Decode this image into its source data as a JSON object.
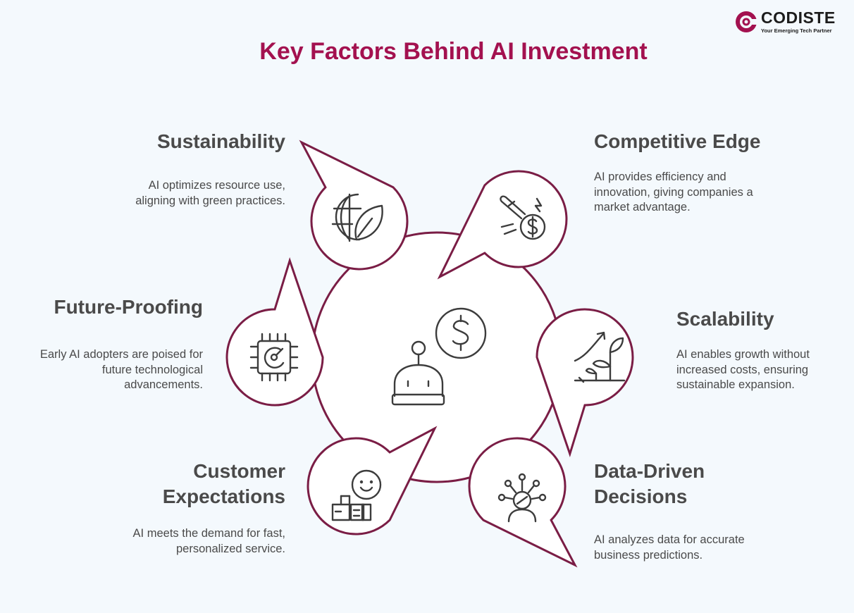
{
  "brand": {
    "name": "CODISTE",
    "tagline": "Your Emerging Tech Partner",
    "color": "#a3114f"
  },
  "title": "Key Factors Behind AI Investment",
  "colors": {
    "outline": "#7a1d45",
    "title": "#a3114f",
    "text": "#4a4a4a",
    "background": "#f4f9fd"
  },
  "center": {
    "icons": [
      "dollar-coin-icon",
      "robot-head-icon"
    ]
  },
  "factors": [
    {
      "id": "sustainability",
      "icon": "globe-leaf-icon",
      "heading_lines": [
        "Sustainability"
      ],
      "desc_lines": [
        "AI optimizes resource use,",
        "aligning with green practices."
      ]
    },
    {
      "id": "competitive-edge",
      "icon": "dollar-rocket-icon",
      "heading_lines": [
        "Competitive Edge"
      ],
      "desc_lines": [
        "AI provides efficiency and",
        "innovation, giving companies a",
        "market advantage."
      ]
    },
    {
      "id": "future-proofing",
      "icon": "chip-gauge-icon",
      "heading_lines": [
        "Future-Proofing"
      ],
      "desc_lines": [
        "Early AI adopters are poised for",
        "future technological",
        "advancements."
      ]
    },
    {
      "id": "scalability",
      "icon": "growth-plant-icon",
      "heading_lines": [
        "Scalability"
      ],
      "desc_lines": [
        "AI enables growth without",
        "increased costs, ensuring",
        "sustainable expansion."
      ]
    },
    {
      "id": "customer-expectations",
      "icon": "smiley-building-icon",
      "heading_lines": [
        "Customer",
        "Expectations"
      ],
      "desc_lines": [
        "AI meets the demand for fast,",
        "personalized service."
      ]
    },
    {
      "id": "data-driven-decisions",
      "icon": "person-data-icon",
      "heading_lines": [
        "Data-Driven",
        "Decisions"
      ],
      "desc_lines": [
        "AI analyzes data for accurate",
        "business predictions."
      ]
    }
  ]
}
